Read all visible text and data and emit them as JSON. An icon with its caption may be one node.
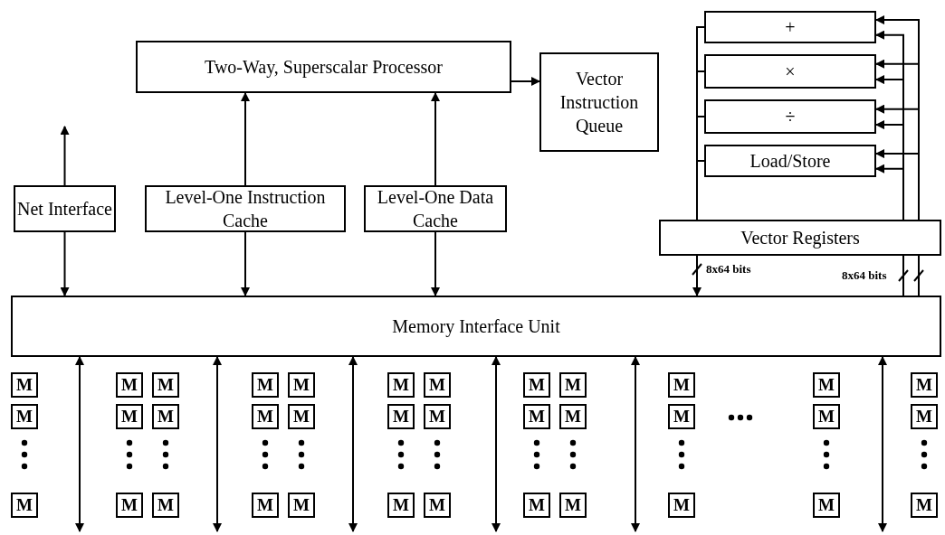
{
  "diagram": {
    "nodes": [
      {
        "text": [
          "Two-Way, Superscalar Processor"
        ]
      },
      {
        "text": [
          "Vector Instruction Queue"
        ]
      },
      {
        "text": [
          "+"
        ]
      },
      {
        "text": [
          "×"
        ]
      },
      {
        "text": [
          "÷"
        ]
      },
      {
        "text": [
          "Load/Store"
        ]
      },
      {
        "text": [
          "Net Interface"
        ]
      },
      {
        "text": [
          "Level-One Instruction Cache"
        ]
      },
      {
        "text": [
          "Level-One Data Cache"
        ]
      },
      {
        "text": [
          "Vector Registers"
        ]
      },
      {
        "text": [
          "Memory Interface Unit"
        ]
      },
      {
        "text": [
          "M"
        ]
      },
      {
        "text": [
          "M"
        ]
      },
      {
        "text": [
          "M"
        ]
      },
      {
        "text": [
          "M"
        ]
      },
      {
        "text": [
          "M"
        ]
      },
      {
        "text": [
          "M"
        ]
      },
      {
        "text": [
          "M"
        ]
      },
      {
        "text": [
          "M"
        ]
      },
      {
        "text": [
          "M"
        ]
      },
      {
        "text": [
          "M"
        ]
      },
      {
        "text": [
          "M"
        ]
      },
      {
        "text": [
          "M"
        ]
      },
      {
        "text": [
          "M"
        ]
      },
      {
        "text": [
          "M"
        ]
      },
      {
        "text": [
          "M"
        ]
      },
      {
        "text": [
          "M"
        ]
      },
      {
        "text": [
          "M"
        ]
      },
      {
        "text": [
          "M"
        ]
      },
      {
        "text": [
          "M"
        ]
      },
      {
        "text": [
          "M"
        ]
      },
      {
        "text": [
          "M"
        ]
      },
      {
        "text": [
          "M"
        ]
      },
      {
        "text": [
          "M"
        ]
      },
      {
        "text": [
          "M"
        ]
      },
      {
        "text": [
          "M"
        ]
      },
      {
        "text": [
          "M"
        ]
      },
      {
        "text": [
          "M"
        ]
      },
      {
        "text": [
          "M"
        ]
      },
      {
        "text": [
          "M"
        ]
      },
      {
        "text": [
          "M"
        ]
      },
      {
        "text": [
          "M"
        ]
      },
      {
        "text": [
          "M"
        ]
      },
      {
        "text": [
          "M"
        ]
      },
      {
        "text": [
          "M"
        ]
      },
      {
        "text": [
          "M"
        ]
      },
      {
        "text": [
          "M"
        ]
      }
    ],
    "edges": [
      {
        "from": 7,
        "to": 0,
        "arrow": "to"
      },
      {
        "from": 8,
        "to": 0,
        "arrow": "to"
      },
      {
        "from": 0,
        "to": 1,
        "arrow": "to"
      },
      {
        "from": 6,
        "to": null,
        "arrow": "to"
      },
      {
        "from": 6,
        "to": 10,
        "arrow": "to"
      },
      {
        "from": 7,
        "to": 10,
        "arrow": "to"
      },
      {
        "from": 8,
        "to": 10,
        "arrow": "to"
      },
      {
        "from": 2,
        "to": 9,
        "arrow": "none"
      },
      {
        "from": 3,
        "to": 9,
        "arrow": "none"
      },
      {
        "from": 4,
        "to": 9,
        "arrow": "none"
      },
      {
        "from": 5,
        "to": 9,
        "arrow": "none"
      },
      {
        "from": 9,
        "to": 2,
        "arrow": "to"
      },
      {
        "from": 9,
        "to": 2,
        "arrow": "to"
      },
      {
        "from": 9,
        "to": 3,
        "arrow": "to"
      },
      {
        "from": 9,
        "to": 3,
        "arrow": "to"
      },
      {
        "from": 9,
        "to": 4,
        "arrow": "to"
      },
      {
        "from": 9,
        "to": 4,
        "arrow": "to"
      },
      {
        "from": 9,
        "to": 5,
        "arrow": "to"
      },
      {
        "from": 9,
        "to": 5,
        "arrow": "to"
      },
      {
        "from": 9,
        "to": 10,
        "arrow": "to",
        "label": "8x64 bits"
      },
      {
        "from": 10,
        "to": 9,
        "arrow": "none",
        "label": "8x64 bits"
      },
      {
        "from": 10,
        "to": 9,
        "arrow": "none"
      },
      {
        "from": 10,
        "to": null,
        "arrow": "both"
      },
      {
        "from": 10,
        "to": null,
        "arrow": "both"
      },
      {
        "from": 10,
        "to": null,
        "arrow": "both"
      },
      {
        "from": 10,
        "to": null,
        "arrow": "both"
      },
      {
        "from": 10,
        "to": null,
        "arrow": "both"
      },
      {
        "from": 10,
        "to": null,
        "arrow": "both"
      }
    ]
  }
}
